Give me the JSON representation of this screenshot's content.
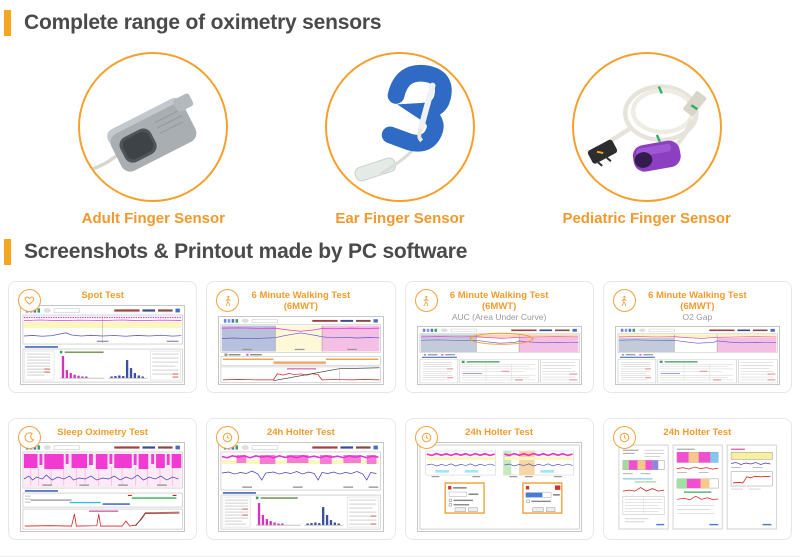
{
  "colors": {
    "accent_orange": "#F5A623",
    "circle_border_orange": "#F5A02C",
    "label_orange": "#F0992E",
    "heading_text": "#4A4A4A",
    "chart_magenta": "#E93CC9",
    "chart_blue": "#5A58CC",
    "chart_red": "#D42020"
  },
  "section_sensors": {
    "heading": "Complete range of oximetry sensors",
    "items": [
      {
        "label": "Adult Finger Sensor",
        "image": "adult-finger-sensor"
      },
      {
        "label": "Ear Finger Sensor",
        "image": "ear-finger-sensor"
      },
      {
        "label": "Pediatric Finger Sensor",
        "image": "pediatric-finger-sensor"
      }
    ]
  },
  "section_screenshots": {
    "heading": "Screenshots & Printout made by PC software",
    "cards": [
      {
        "title": "Spot Test",
        "icon": "heart-icon"
      },
      {
        "title": "6 Minute Walking Test (6MWT)",
        "icon": "walker-icon"
      },
      {
        "title": "6 Minute Walking Test (6MWT)",
        "subtitle": "AUC (Area Under Curve)",
        "icon": "walker-icon"
      },
      {
        "title": "6 Minute Walking Test (6MWT)",
        "subtitle": "O2 Gap",
        "icon": "walker-icon"
      },
      {
        "title": "Sleep Oximetry Test",
        "icon": "moon-icon"
      },
      {
        "title": "24h Holter Test",
        "icon": "clock-icon"
      },
      {
        "title": "24h Holter Test",
        "icon": "clock-icon"
      },
      {
        "title": "24h Holter Test",
        "icon": "clock-icon"
      }
    ]
  }
}
